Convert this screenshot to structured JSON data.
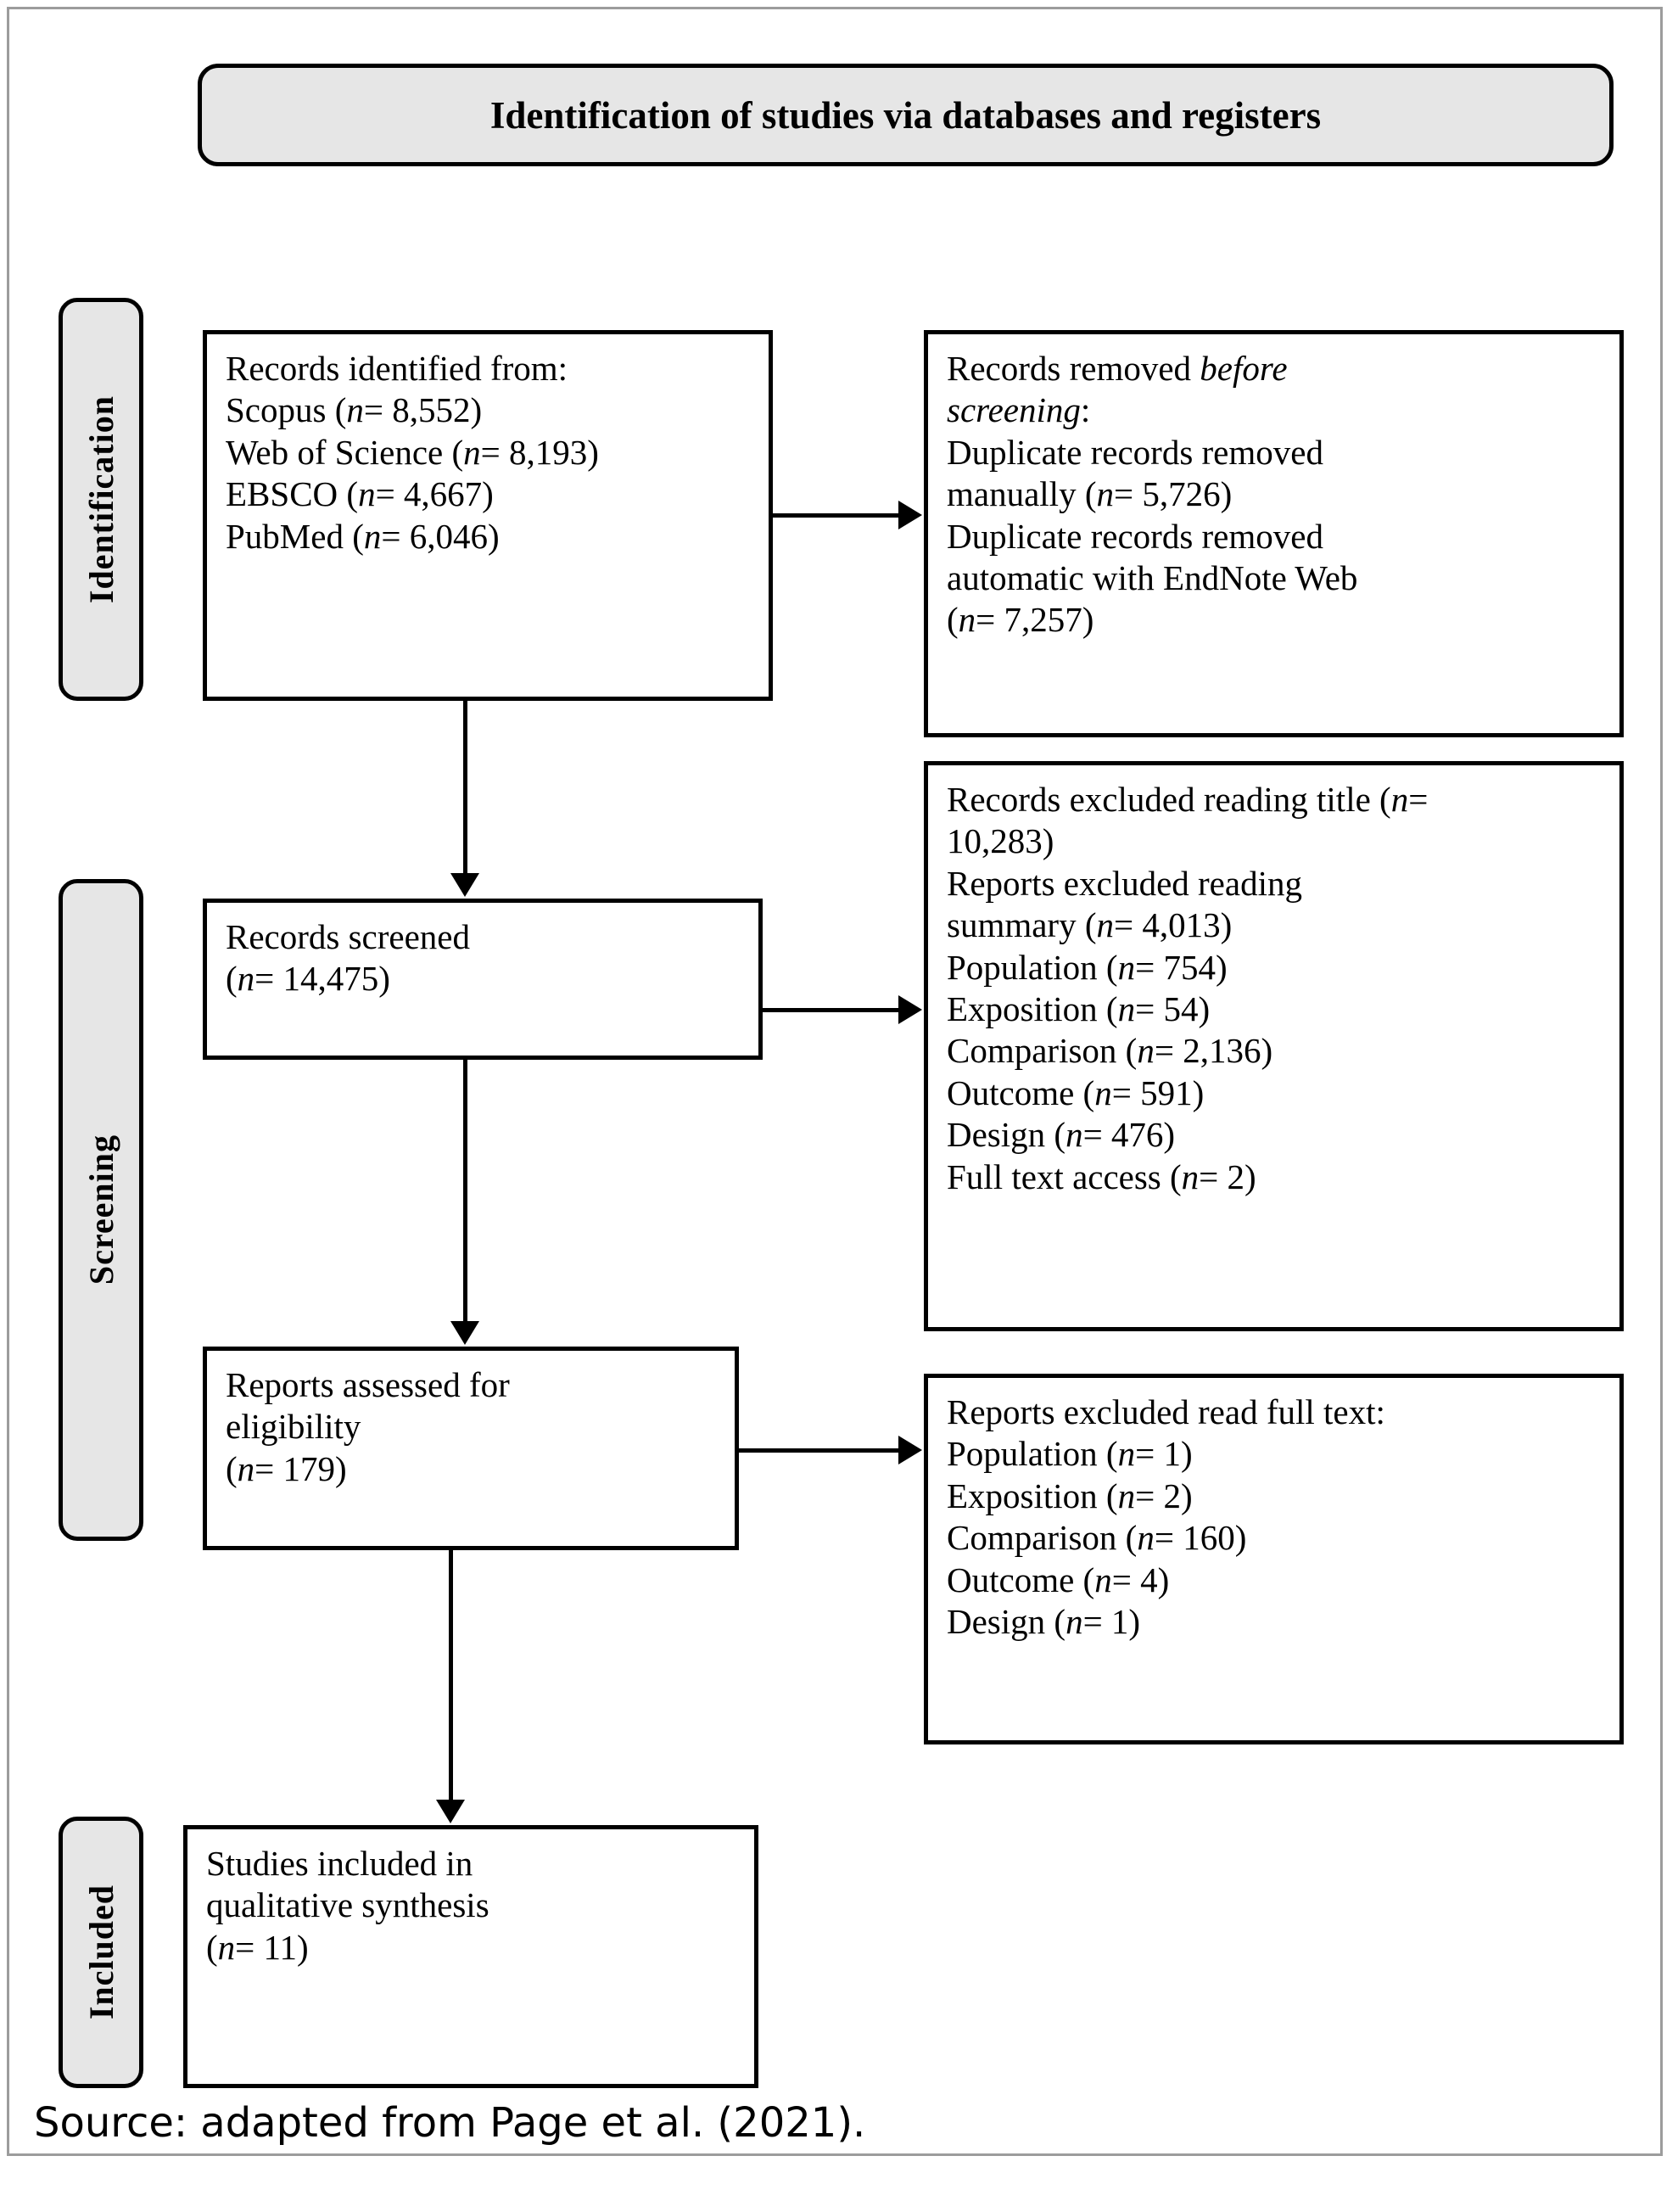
{
  "header": {
    "title": "Identification of studies via databases and registers"
  },
  "stages": [
    {
      "key": "identification",
      "label": "Identification"
    },
    {
      "key": "screening",
      "label": "Screening"
    },
    {
      "key": "included",
      "label": "Included"
    }
  ],
  "boxes": {
    "identified": {
      "name": "records-identified-box",
      "lines": [
        "Records identified from:",
        "Scopus (n= 8,552)",
        "Web of Science (n= 8,193)",
        "EBSCO (n= 4,667)",
        "PubMed (n= 6,046)"
      ]
    },
    "removed": {
      "name": "records-removed-box",
      "lines": [
        "Records removed before",
        "screening:",
        "Duplicate records removed",
        "manually (n= 5,726)",
        "Duplicate records removed",
        "automatic with EndNote Web",
        "(n= 7,257)"
      ]
    },
    "screened": {
      "name": "records-screened-box",
      "lines": [
        "Records screened",
        "(n= 14,475)"
      ]
    },
    "excluded_title": {
      "name": "records-excluded-title-box",
      "lines": [
        "Records excluded reading title (n=",
        "10,283)",
        "Reports excluded reading",
        "summary (n= 4,013)",
        "Population (n= 754)",
        "Exposition (n= 54)",
        "Comparison (n= 2,136)",
        "Outcome (n= 591)",
        "Design (n= 476)",
        "Full text access (n= 2)"
      ]
    },
    "eligibility": {
      "name": "reports-assessed-box",
      "lines": [
        "Reports assessed for",
        "eligibility",
        "(n= 179)"
      ]
    },
    "excluded_full": {
      "name": "reports-excluded-fulltext-box",
      "lines": [
        "Reports excluded read full text:",
        "Population (n= 1)",
        "Exposition (n= 2)",
        "Comparison (n= 160)",
        "Outcome (n= 4)",
        "Design (n= 1)"
      ]
    },
    "included": {
      "name": "studies-included-box",
      "lines": [
        "Studies included in",
        "qualitative synthesis",
        "(n= 11)"
      ]
    }
  },
  "counts": {
    "scopus": 8552,
    "web_of_science": 8193,
    "ebsco": 4667,
    "pubmed": 6046,
    "duplicates_manual": 5726,
    "duplicates_endnote": 7257,
    "records_screened": 14475,
    "excluded_title": 10283,
    "excluded_summary": 4013,
    "excluded_population": 754,
    "excluded_exposition": 54,
    "excluded_comparison": 2136,
    "excluded_outcome": 591,
    "excluded_design": 476,
    "excluded_fulltext_access": 2,
    "reports_assessed": 179,
    "fulltext_population": 1,
    "fulltext_exposition": 2,
    "fulltext_comparison": 160,
    "fulltext_outcome": 4,
    "fulltext_design": 1,
    "studies_included": 11
  },
  "footer": {
    "source": "Source: adapted from Page et al. (2021)."
  },
  "colors": {
    "banner_fill": "#e6e6e6",
    "box_fill": "#ffffff",
    "stroke": "#000000",
    "frame": "#9c9c9c"
  }
}
